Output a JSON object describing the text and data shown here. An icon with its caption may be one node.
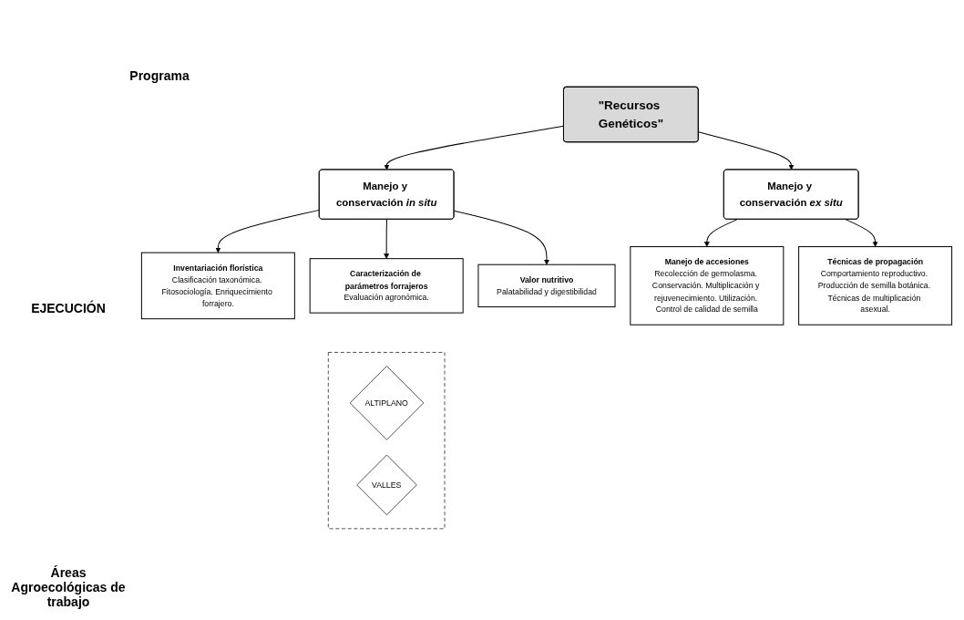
{
  "diagram": {
    "nodes": [
      {
        "text": [
          "\"Recursos Genéticos\""
        ]
      },
      {
        "text": [
          "Manejo y conservación *in situ*"
        ]
      },
      {
        "text": [
          "Manejo y conservación *ex situ*"
        ]
      },
      {
        "text": [
          "Inventariación florística",
          "Clasificación taxonómica. Fitosociología. Enriquecimiento forrajero."
        ]
      },
      {
        "text": [
          "Caracterización de parámetros forrajeros",
          "Evaluación agronómica."
        ]
      },
      {
        "text": [
          "Valor nutritivo",
          "Palatabilidad y digestibilidad"
        ]
      },
      {
        "text": [
          "Manejo de accesiones",
          "Recolección de germolasma. Conservación. Multiplicación y rejuvenecimiento. Utilización. Control de calidad de semilla"
        ]
      },
      {
        "text": [
          "Técnicas de propagación",
          "Comportamiento reproductivo. Producción de semilla botánica. Técnicas de multiplicación asexual."
        ]
      },
      {
        "text": [],
        "shape": "box"
      },
      {
        "text": [
          "ALTIPLANO"
        ],
        "in": 8
      },
      {
        "text": [
          "VALLES"
        ],
        "in": 8
      }
    ],
    "edges": [
      {
        "from": 0,
        "to": 1,
        "arrow": "to"
      },
      {
        "from": 0,
        "to": 2,
        "arrow": "to"
      },
      {
        "from": 1,
        "to": 3,
        "arrow": "to"
      },
      {
        "from": 1,
        "to": 4,
        "arrow": "to"
      },
      {
        "from": 1,
        "to": 5,
        "arrow": "to"
      },
      {
        "from": 2,
        "to": 6,
        "arrow": "to"
      },
      {
        "from": 2,
        "to": 7,
        "arrow": "to"
      }
    ],
    "labels": [
      "Programa",
      "EJECUCIÓN",
      "Áreas Agroecológicas de trabajo"
    ]
  }
}
